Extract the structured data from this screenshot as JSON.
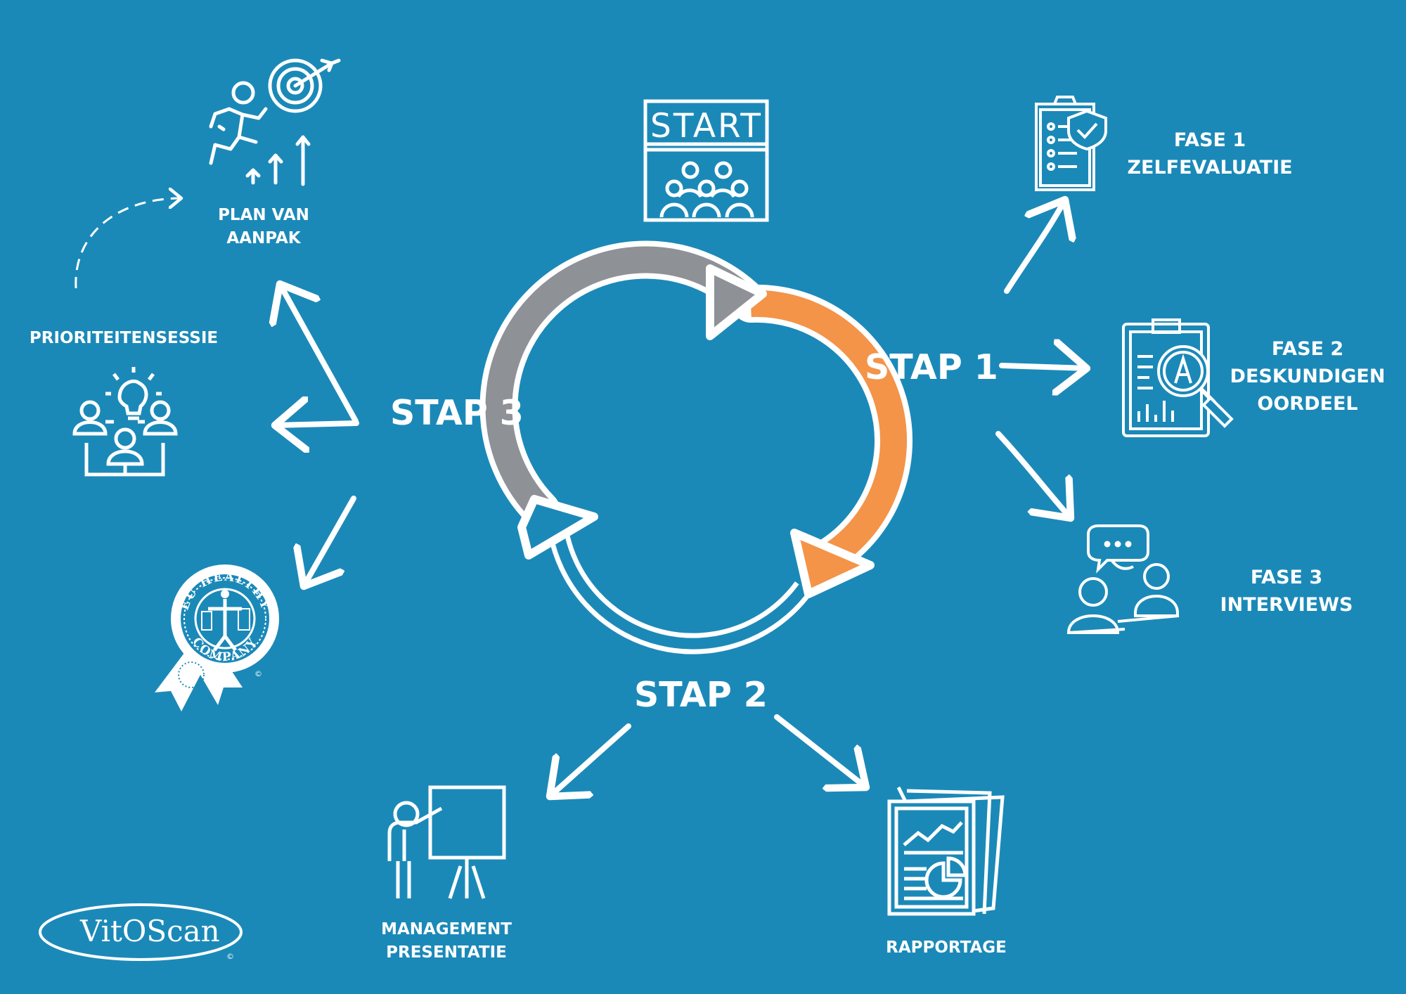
{
  "steps": {
    "stap1": "STAP 1",
    "stap2": "STAP 2",
    "stap3": "STAP 3"
  },
  "start": {
    "label": "START"
  },
  "fases": {
    "fase1": {
      "line1": "FASE 1",
      "line2": "ZELFEVALUATIE"
    },
    "fase2": {
      "line1": "FASE 2",
      "line2": "DESKUNDIGEN",
      "line3": "OORDEEL"
    },
    "fase3": {
      "line1": "FASE 3",
      "line2": "INTERVIEWS"
    }
  },
  "outputs": {
    "management": {
      "line1": "MANAGEMENT",
      "line2": "PRESENTATIE"
    },
    "rapportage": "RAPPORTAGE",
    "prioriteit": "PRIORITEITENSESSIE",
    "plan": {
      "line1": "PLAN VAN",
      "line2": "AANPAK"
    }
  },
  "seal": {
    "top": "EU HEALTHY",
    "bottom": "COMPANY",
    "copyright": "©"
  },
  "logo": {
    "text": "VitOScan",
    "copyright": "©"
  },
  "colors": {
    "background": "#1b89b8",
    "white": "#ffffff",
    "cycle_gray": "#8e9196",
    "cycle_orange": "#f39449"
  },
  "icons": [
    "start-board-icon",
    "checklist-shield-icon",
    "magnifier-report-icon",
    "interview-chat-icon",
    "presentation-easel-icon",
    "report-chart-icon",
    "team-idea-icon",
    "runner-target-icon",
    "healthy-company-seal-icon",
    "vitoscan-logo"
  ]
}
